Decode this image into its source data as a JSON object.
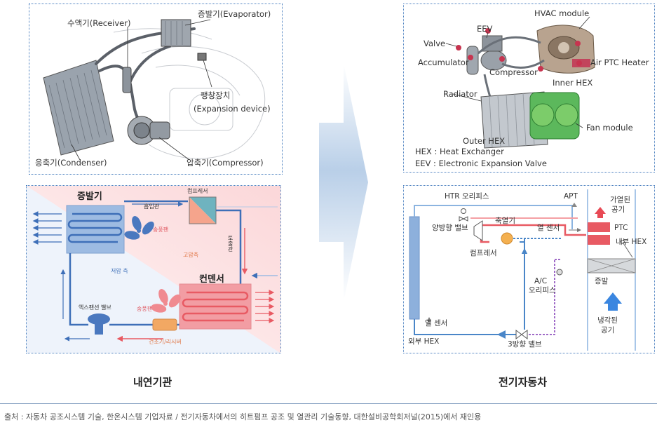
{
  "top_left": {
    "receiver": "수액기(Receiver)",
    "evaporator": "증발기(Evaporator)",
    "expansion_ko": "팽창장치",
    "expansion_en": "(Expansion device)",
    "condenser": "응축기(Condenser)",
    "compressor": "압축기(Compressor)"
  },
  "bottom_left": {
    "evaporator": "증발기",
    "compressor": "컴프레서",
    "suction_pipe": "흡입관",
    "discharge_pipe": "토출관",
    "blower_fan": "송풍팬",
    "high_pressure": "고압측",
    "low_pressure": "저압 측",
    "condenser": "컨덴서",
    "expansion_valve": "엑스팬션 밸브",
    "condenser_fan": "송풍팬",
    "dryer": "건조기/리시버"
  },
  "top_right": {
    "hvac": "HVAC module",
    "eev": "EEV",
    "valve": "Valve",
    "accumulator": "Accumulator",
    "compressor": "Compressor",
    "air_ptc": "Air PTC Heater",
    "inner_hex": "Inner HEX",
    "radiator": "Radiator",
    "fan_module": "Fan module",
    "outer_hex": "Outer HEX",
    "legend1": "HEX : Heat Exchanger",
    "legend2": "EEV : Electronic Expansion Valve"
  },
  "bottom_right": {
    "htr": "HTR 오리피스",
    "apt": "APT",
    "heated_air_1": "가열된",
    "heated_air_2": "공기",
    "bi_valve_1": "양방향 밸브",
    "accumulator": "축열기",
    "heat_sensor_1": "열 센서",
    "ptc": "PTC",
    "inner_hex": "내부 HEX",
    "compressor": "컴프레서",
    "ac_orifice_1": "A/C",
    "ac_orifice_2": "오리피스",
    "evap": "증발",
    "cooled_air_1": "냉각된",
    "cooled_air_2": "공기",
    "heat_sensor_2": "열 센서",
    "outer_hex": "외부 HEX",
    "three_way": "3방향 밸브"
  },
  "captions": {
    "left": "내연기관",
    "right": "전기자동차"
  },
  "source": "출처 : 자동차 공조시스템 기술, 한온시스템 기업자료 / 전기자동차에서의 히트펌프 공조 및 열관리 기술동향, 대한설비공학회저널(2015)에서 재인용",
  "colors": {
    "border": "#4a7fbf",
    "evaporator": "#8db0dc",
    "condenser": "#f09aa0",
    "hot_pipe": "#e85a63",
    "cold_pipe": "#3e6fb8"
  }
}
